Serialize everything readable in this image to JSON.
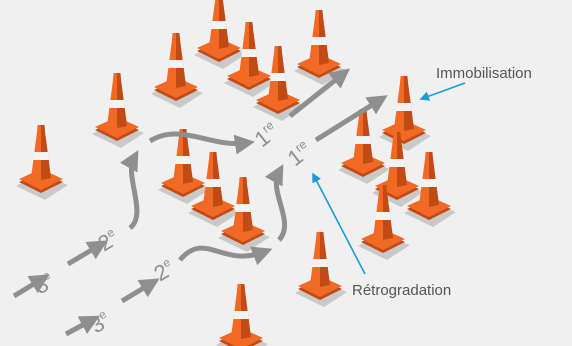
{
  "labels": {
    "immobilisation": "Immobilisation",
    "retrogradation": "Rétrogradation"
  },
  "gears": {
    "third": {
      "num": "3",
      "sup": "e"
    },
    "second": {
      "num": "2",
      "sup": "e"
    },
    "first": {
      "num": "1",
      "sup": "re"
    }
  },
  "colors": {
    "background": "#f0f0f0",
    "cone": "#f06a25",
    "cone_dark": "#c24a14",
    "stripe": "#f3f3f3",
    "arrow": "#8f8f8f",
    "callout": "#1a9bd7",
    "text": "#555555"
  }
}
